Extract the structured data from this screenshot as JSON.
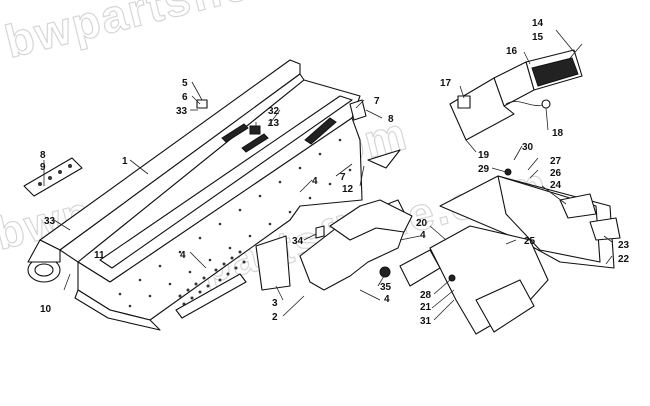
{
  "watermark": "bwpartsfiche.com",
  "callouts": [
    {
      "id": "c1",
      "label": "1"
    },
    {
      "id": "c2",
      "label": "2"
    },
    {
      "id": "c3",
      "label": "3"
    },
    {
      "id": "c4a",
      "label": "4"
    },
    {
      "id": "c4b",
      "label": "4"
    },
    {
      "id": "c4c",
      "label": "4"
    },
    {
      "id": "c4d",
      "label": "4"
    },
    {
      "id": "c5",
      "label": "5"
    },
    {
      "id": "c6",
      "label": "6"
    },
    {
      "id": "c7a",
      "label": "7"
    },
    {
      "id": "c7b",
      "label": "7"
    },
    {
      "id": "c8a",
      "label": "8"
    },
    {
      "id": "c8b",
      "label": "8"
    },
    {
      "id": "c9",
      "label": "9"
    },
    {
      "id": "c10",
      "label": "10"
    },
    {
      "id": "c11",
      "label": "11"
    },
    {
      "id": "c12",
      "label": "12"
    },
    {
      "id": "c13",
      "label": "13"
    },
    {
      "id": "c14",
      "label": "14"
    },
    {
      "id": "c15",
      "label": "15"
    },
    {
      "id": "c16",
      "label": "16"
    },
    {
      "id": "c17",
      "label": "17"
    },
    {
      "id": "c18",
      "label": "18"
    },
    {
      "id": "c19",
      "label": "19"
    },
    {
      "id": "c20",
      "label": "20"
    },
    {
      "id": "c21",
      "label": "21"
    },
    {
      "id": "c22",
      "label": "22"
    },
    {
      "id": "c23",
      "label": "23"
    },
    {
      "id": "c24",
      "label": "24"
    },
    {
      "id": "c25",
      "label": "25"
    },
    {
      "id": "c26",
      "label": "26"
    },
    {
      "id": "c27",
      "label": "27"
    },
    {
      "id": "c28",
      "label": "28"
    },
    {
      "id": "c29",
      "label": "29"
    },
    {
      "id": "c30",
      "label": "30"
    },
    {
      "id": "c31",
      "label": "31"
    },
    {
      "id": "c32",
      "label": "32"
    },
    {
      "id": "c33a",
      "label": "33"
    },
    {
      "id": "c33b",
      "label": "33"
    },
    {
      "id": "c34",
      "label": "34"
    },
    {
      "id": "c35",
      "label": "35"
    }
  ]
}
